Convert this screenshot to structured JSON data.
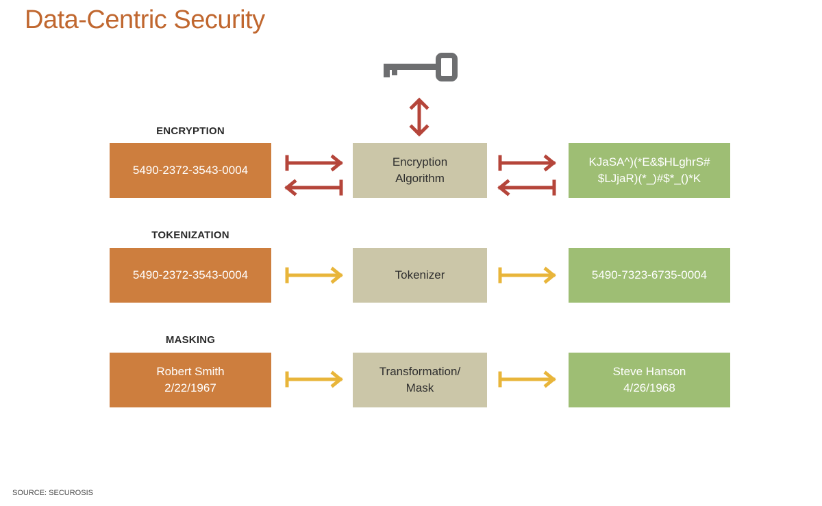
{
  "title": "Data-Centric Security",
  "source": "SOURCE: SECUROSIS",
  "colors": {
    "title": "#c0672f",
    "orange_box": "#cd7e3e",
    "beige_box": "#cbc6a8",
    "green_box": "#9ebe74",
    "encryption_arrow": "#b5453a",
    "token_mask_arrow": "#e8b53a",
    "key": "#6d6e70"
  },
  "icons": {
    "key": "key-icon"
  },
  "sections": {
    "encryption": {
      "label": "ENCRYPTION",
      "input": "5490-2372-3543-0004",
      "process": "Encryption\nAlgorithm",
      "output": "KJaSA^)(*E&$HLghrS#\n$LJjaR)(*_)#$*_()*K"
    },
    "tokenization": {
      "label": "TOKENIZATION",
      "input": "5490-2372-3543-0004",
      "process": "Tokenizer",
      "output": "5490-7323-6735-0004"
    },
    "masking": {
      "label": "MASKING",
      "input": "Robert Smith\n2/22/1967",
      "process": "Transformation/\nMask",
      "output": "Steve Hanson\n4/26/1968"
    }
  }
}
